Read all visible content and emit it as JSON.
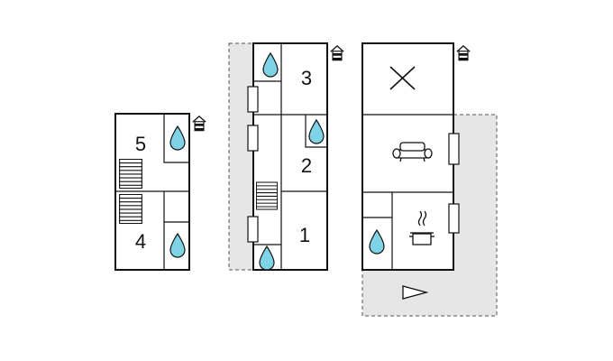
{
  "colors": {
    "wall": "#111111",
    "outdoor_area": "#e6e6e6",
    "outdoor_border": "#555555",
    "water_drop": "#7fd3e6",
    "background": "#ffffff"
  },
  "floors": [
    {
      "name": "floor-left",
      "room_labels": [
        "5",
        "4"
      ],
      "icons": [
        "water-drop-icon",
        "water-drop-icon",
        "stairs-icon",
        "stairs-icon",
        "floor-indicator-icon"
      ]
    },
    {
      "name": "floor-middle",
      "room_labels": [
        "3",
        "2",
        "1"
      ],
      "icons": [
        "water-drop-icon",
        "water-drop-icon",
        "water-drop-icon",
        "stairs-icon",
        "floor-indicator-icon"
      ]
    },
    {
      "name": "floor-right",
      "room_labels": [],
      "icons": [
        "void-cross-icon",
        "sofa-icon",
        "cooking-pot-icon",
        "water-drop-icon",
        "terrace-arrow-icon",
        "floor-indicator-icon"
      ]
    }
  ]
}
